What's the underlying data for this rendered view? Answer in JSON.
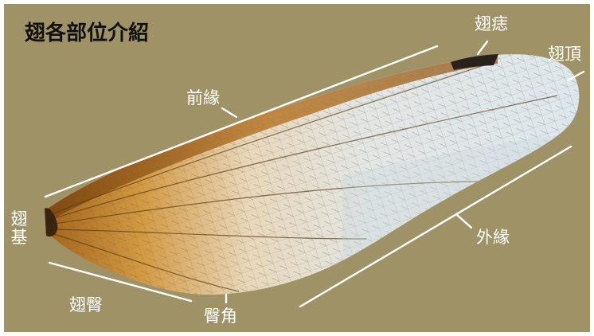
{
  "title": "翅各部位介紹",
  "labels": {
    "pterostigma": "翅痣",
    "apex": "翅頂",
    "costal_margin": "前緣",
    "outer_margin": "外緣",
    "base_char1": "翅",
    "base_char2": "基",
    "anal_margin": "翅臀",
    "anal_angle": "臀角"
  },
  "colors": {
    "background": "#9f9266",
    "title": "#111111",
    "labels": "#ffffff",
    "wing_base": "#b9771f",
    "wing_mid": "#e7dcc8",
    "wing_tip": "#dfe9ef",
    "pterostigma": "#2a201c"
  }
}
